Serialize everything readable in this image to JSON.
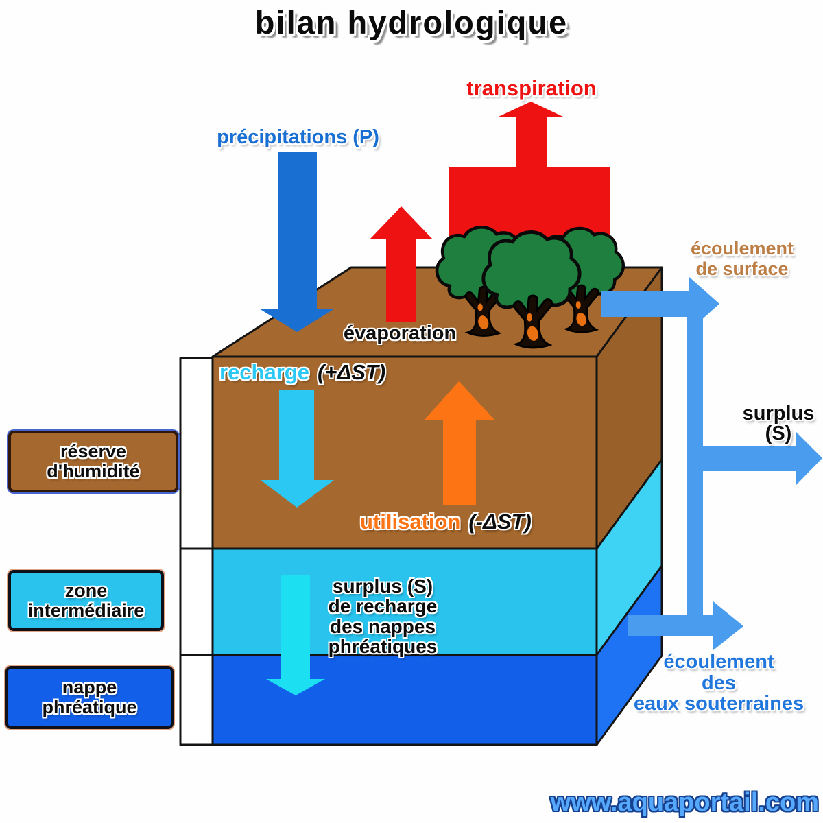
{
  "title": "bilan hydrologique",
  "watermark": "www.aquaportail.com",
  "flows": {
    "transpiration": "transpiration",
    "precipitation": "précipitations (P)",
    "evaporation": "évaporation",
    "surface_runoff": [
      "écoulement",
      "de surface"
    ],
    "recharge": {
      "label": "recharge",
      "delta": "(+ΔST)"
    },
    "utilisation": {
      "label": "utilisation",
      "delta": "(-ΔST)"
    },
    "surplus": [
      "surplus",
      "(S)"
    ],
    "aquifer_recharge_surplus": [
      "surplus (S)",
      "de recharge",
      "des nappes",
      "phréatiques"
    ],
    "groundwater_runoff": [
      "écoulement",
      "des",
      "eaux souterraines"
    ]
  },
  "layers": {
    "moisture_reserve": [
      "réserve",
      "d'humidité"
    ],
    "intermediate_zone": [
      "zone",
      "intermédiaire"
    ],
    "water_table": [
      "nappe",
      "phréatique"
    ]
  },
  "colors": {
    "red": "#ee1212",
    "precip-blue": "#1a6fd2",
    "recharge-cyan": "#2cc8f4",
    "orange": "#fd7414",
    "flow-blue": "#4a9cee",
    "bright-cyan": "#1ce0f2",
    "brown-face": "#a5682e",
    "brown-side": "#99602a",
    "cyan-face": "#29c3ee",
    "cyan-side": "#3ed2f4",
    "blue-face": "#1260ea",
    "blue-side": "#1e72f4",
    "tree-green": "#1e7f3e",
    "surface-label": "#bd7e45",
    "groundwater-label": "#2277dd",
    "watermark-blue": "#56a8fc"
  }
}
